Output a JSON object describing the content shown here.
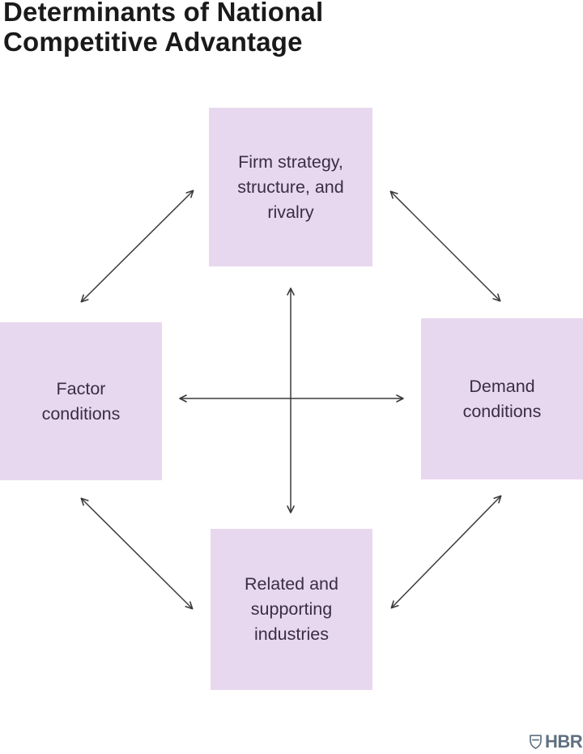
{
  "page": {
    "title_line1": "Determinants of National",
    "title_line2": "Competitive Advantage"
  },
  "diagram": {
    "nodes": [
      {
        "id": "firm-strategy",
        "label": "Firm strategy, structure, and rivalry",
        "position": "top"
      },
      {
        "id": "factor-conditions",
        "label": "Factor conditions",
        "position": "left"
      },
      {
        "id": "demand-conditions",
        "label": "Demand conditions",
        "position": "right"
      },
      {
        "id": "related-industries",
        "label": "Related and supporting industries",
        "position": "bottom"
      }
    ],
    "connections": [
      {
        "from": "firm-strategy",
        "to": "factor-conditions",
        "bidirectional": true
      },
      {
        "from": "firm-strategy",
        "to": "demand-conditions",
        "bidirectional": true
      },
      {
        "from": "factor-conditions",
        "to": "related-industries",
        "bidirectional": true
      },
      {
        "from": "demand-conditions",
        "to": "related-industries",
        "bidirectional": true
      },
      {
        "from": "firm-strategy",
        "to": "related-industries",
        "bidirectional": true
      },
      {
        "from": "factor-conditions",
        "to": "demand-conditions",
        "bidirectional": true
      }
    ]
  },
  "branding": {
    "logo_text": "HBR",
    "logo_icon": "hbr-shield-icon"
  },
  "colors": {
    "background": "#ffffff",
    "title_text": "#1a1a1a",
    "node_fill": "#e8d8ef",
    "node_text": "#392e44",
    "arrow": "#3a3a3a",
    "logo": "#5f7080"
  }
}
